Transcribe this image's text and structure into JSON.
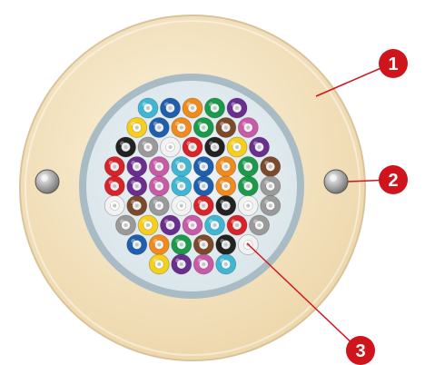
{
  "figure": {
    "colors": {
      "disc_light": "#fbf2dc",
      "disc_dark": "#eed8ad",
      "disc_rim": "#d9c39a",
      "cavity_fill": "#d9e5ea",
      "cavity_ring": "#a9bcc5",
      "callout": "#d0141c",
      "screw_light": "#f4f4f4",
      "screw_dark": "#6e6e6e"
    },
    "fiber_palette": {
      "blue": "#1f5fae",
      "orange": "#f08a1c",
      "green": "#1a9a4a",
      "brown": "#7a4a2a",
      "gray": "#9a9a9a",
      "white": "#f2f2f2",
      "red": "#d8232a",
      "black": "#222222",
      "yellow": "#f5cf1c",
      "violet": "#6a2e8e",
      "rose": "#c85aa6",
      "aqua": "#3fb6d4"
    },
    "fiber_rows": [
      [
        "aqua",
        "blue",
        "orange",
        "green",
        "violet"
      ],
      [
        "yellow",
        "blue",
        "orange",
        "green",
        "brown",
        "rose"
      ],
      [
        "black",
        "gray",
        "white",
        "red",
        "black",
        "yellow",
        "violet"
      ],
      [
        "red",
        "violet",
        "rose",
        "aqua",
        "blue",
        "orange",
        "green",
        "brown"
      ],
      [
        "red",
        "violet",
        "rose",
        "aqua",
        "blue",
        "orange",
        "green",
        "gray"
      ],
      [
        "white",
        "brown",
        "gray",
        "white",
        "red",
        "black",
        "white",
        "gray"
      ],
      [
        "gray",
        "yellow",
        "violet",
        "rose",
        "aqua",
        "red",
        "gray"
      ],
      [
        "blue",
        "orange",
        "green",
        "brown",
        "black",
        "white"
      ],
      [
        "yellow",
        "violet",
        "rose",
        "aqua"
      ]
    ],
    "callouts": [
      {
        "number": "1",
        "target": "housing"
      },
      {
        "number": "2",
        "target": "screw"
      },
      {
        "number": "3",
        "target": "fiber"
      }
    ]
  }
}
